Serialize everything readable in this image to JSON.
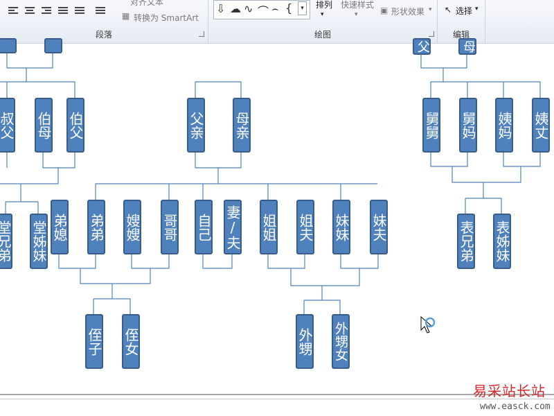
{
  "ribbon": {
    "paragraph": {
      "label": "段落",
      "partial_top": "对齐文本",
      "smartart": "转换为 SmartArt"
    },
    "drawing": {
      "label": "绘图",
      "arrange": "排列",
      "quick_styles": "快速样式",
      "shape_effects": "形状效果"
    },
    "editing": {
      "label": "编辑",
      "select": "选择"
    }
  },
  "diagram": {
    "top_partial": [
      "父",
      "母"
    ],
    "row2_left": [
      "叔父",
      "伯母",
      "伯父"
    ],
    "row2_center": [
      "父亲",
      "母亲"
    ],
    "row2_right": [
      "舅舅",
      "舅妈",
      "姨妈",
      "姨丈"
    ],
    "row3_left": [
      "堂兄弟",
      "堂姊妹"
    ],
    "row3_center": [
      "弟媳",
      "弟弟",
      "嫂嫂",
      "哥哥",
      "自己",
      "妻/夫",
      "姐姐",
      "姐夫",
      "妹妹",
      "妹夫"
    ],
    "row3_right": [
      "表兄弟",
      "表姊妹"
    ],
    "row4": [
      "侄子",
      "侄女",
      "外甥",
      "外甥女"
    ]
  },
  "watermark": {
    "site": "易采站长站",
    "url": "www.easck.com"
  },
  "colors": {
    "box_fill": "#4f81bd",
    "box_border": "#385d8a",
    "line": "#4f81bd"
  }
}
